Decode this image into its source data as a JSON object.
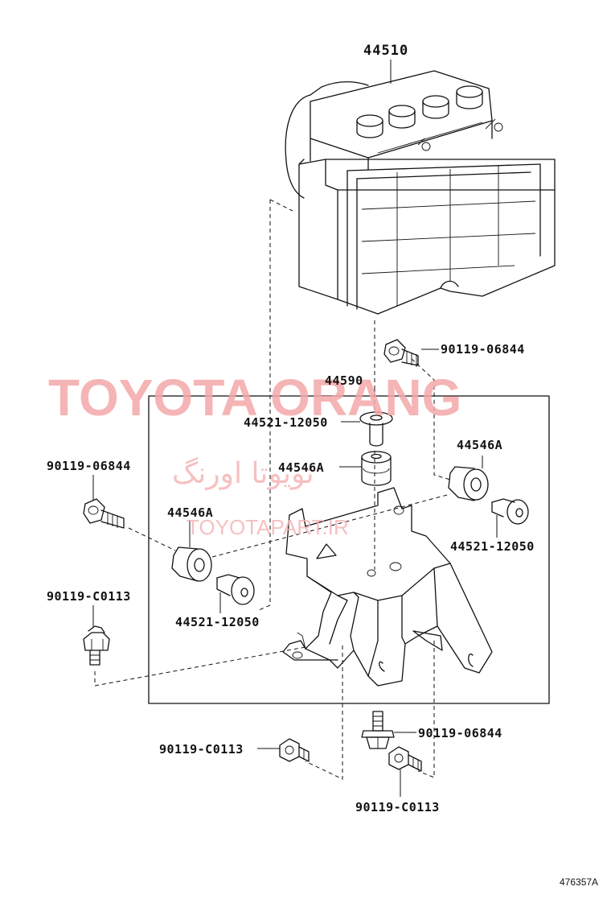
{
  "parts": {
    "actuator": "44510",
    "bracket": "44590",
    "bolt_top_right": "90119-06844",
    "collar_top": "44521-12050",
    "cushion_center": "44546A",
    "cushion_right": "44546A",
    "collar_right": "44521-12050",
    "bolt_left": "90119-06844",
    "cushion_left": "44546A",
    "bolt_lower_left": "90119-C0113",
    "collar_left": "44521-12050",
    "bolt_bottom_center": "90119-06844",
    "bolt_bottom_left": "90119-C0113",
    "bolt_bottom_right": "90119-C0113"
  },
  "watermarks": {
    "brand": "TOYOTA ORANG",
    "persian": "تویوتا اورنگ",
    "site": "TOYOTAPART.IR"
  },
  "diagram_code": "476357A"
}
